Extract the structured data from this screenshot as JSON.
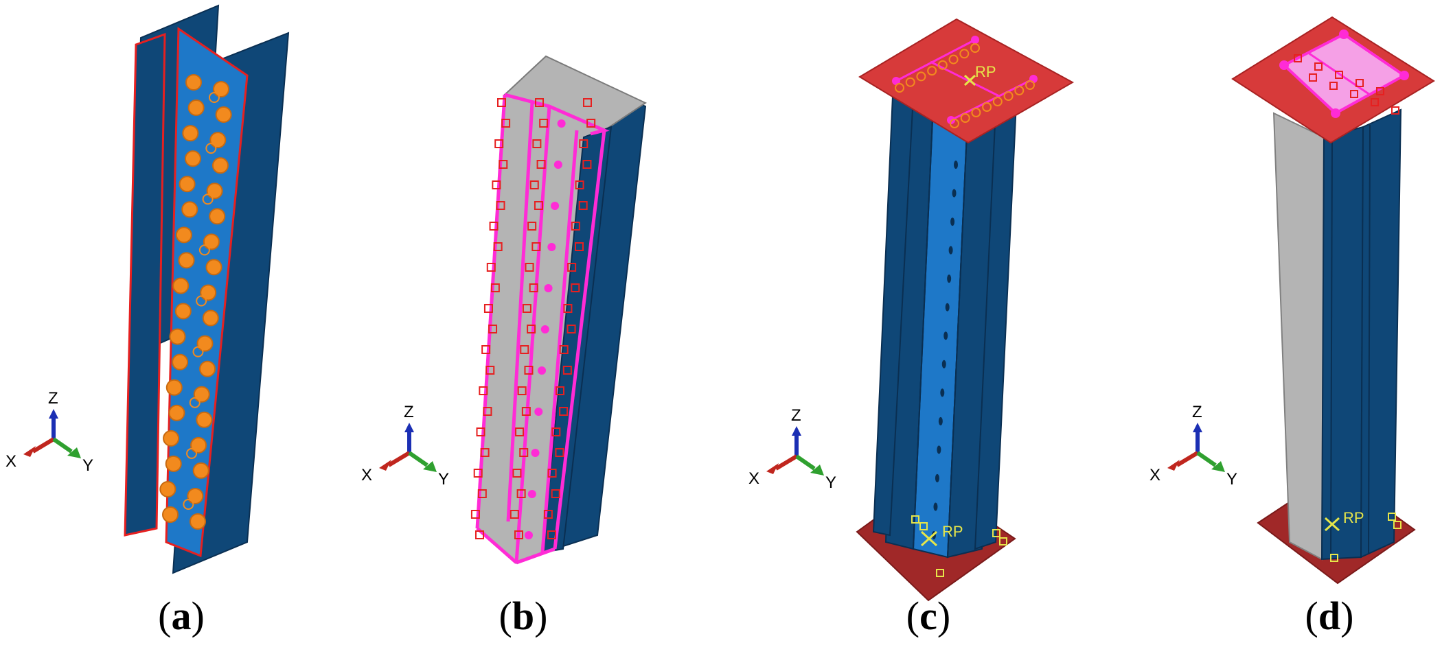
{
  "panels": [
    {
      "id": "a",
      "caption_open": "(",
      "caption_letter": "a",
      "caption_close": ")"
    },
    {
      "id": "b",
      "caption_open": "(",
      "caption_letter": "b",
      "caption_close": ")"
    },
    {
      "id": "c",
      "caption_open": "(",
      "caption_letter": "c",
      "caption_close": ")"
    },
    {
      "id": "d",
      "caption_open": "(",
      "caption_letter": "d",
      "caption_close": ")"
    }
  ],
  "axis_labels": {
    "x": "X",
    "y": "Y",
    "z": "Z"
  },
  "reference_point_label": "RP",
  "colors": {
    "steel_blue": "#0f4777",
    "web_light_blue": "#1e78c8",
    "cfs_grey": "#b4b4b4",
    "end_plate_red": "#d73a3a",
    "bottom_plate_dark_red": "#a02828",
    "bolt_orange": "#f28a1e",
    "constraint_magenta": "#ff2bd6",
    "constraint_red": "#e62020",
    "rp_yellow": "#e6e64a",
    "axis_x_red": "#c0261e",
    "axis_y_green": "#2fa02f",
    "axis_z_blue": "#1b2fb4"
  },
  "icons": [
    "axis-triad-icon",
    "reference-point-icon",
    "bolt-marker-icon",
    "constraint-marker-icon"
  ]
}
